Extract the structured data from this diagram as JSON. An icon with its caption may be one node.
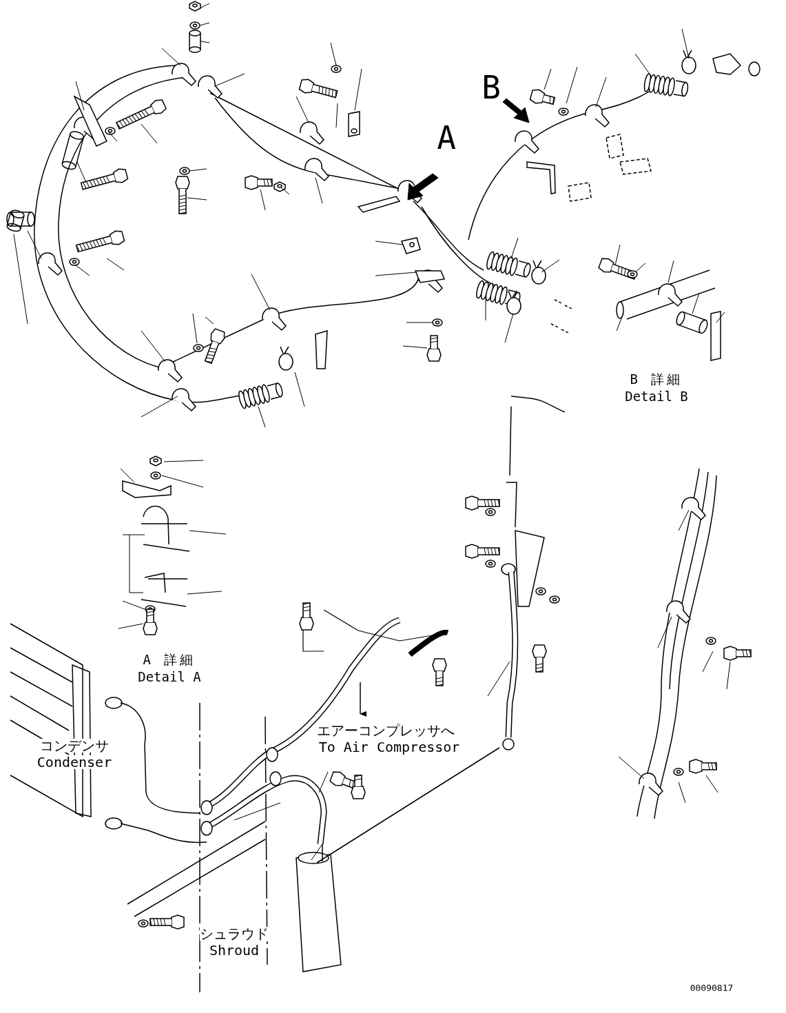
{
  "diagram": {
    "labels": [
      "A",
      "B",
      "B 詳細",
      "Detail B",
      "A 詳細",
      "Detail A",
      "エアーコンプレッサへ",
      "To Air Compressor",
      "コンデンサ",
      "Condenser",
      "シュラウド",
      "Shroud",
      "00090817"
    ]
  }
}
